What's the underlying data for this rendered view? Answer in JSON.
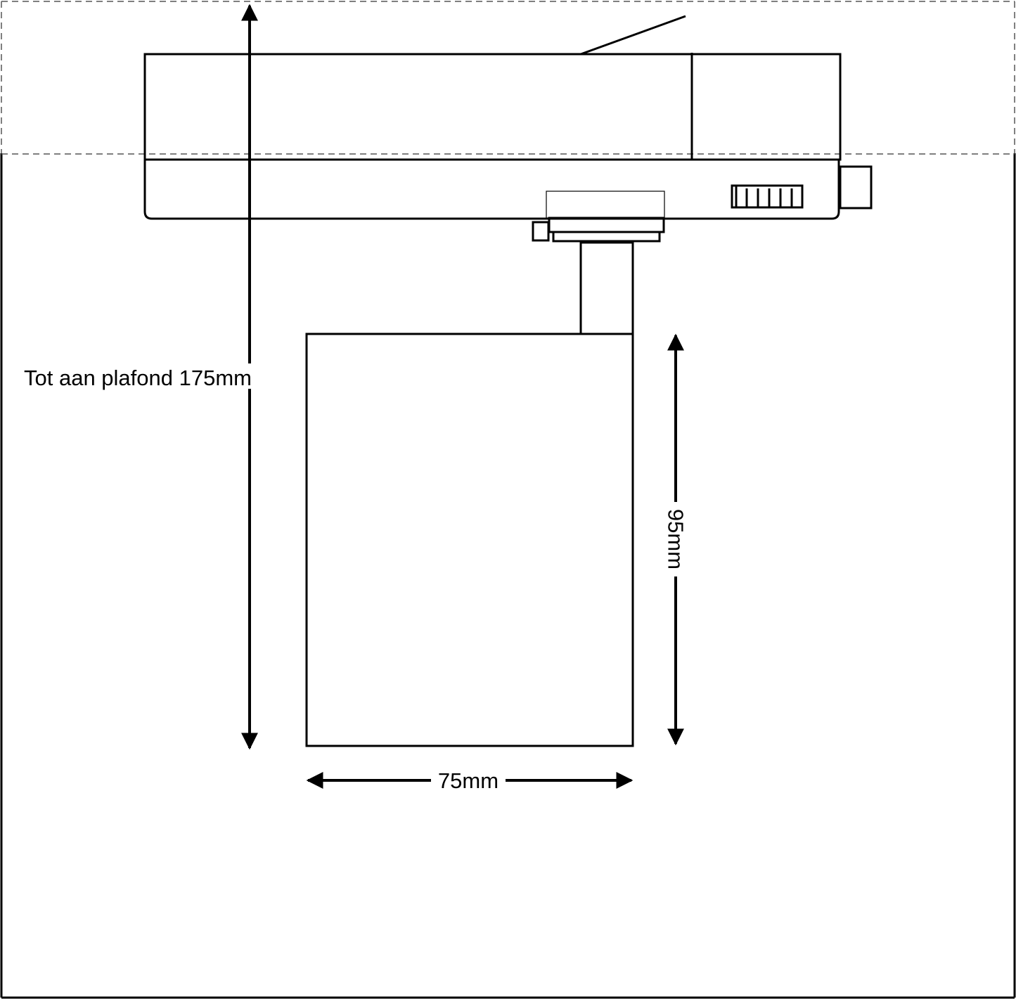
{
  "labels": {
    "ceiling_height": "Tot aan plafond 175mm",
    "head_height": "95mm",
    "head_width": "75mm"
  },
  "colors": {
    "line": "#000000",
    "background": "#ffffff",
    "dashed_line": "#555555"
  }
}
